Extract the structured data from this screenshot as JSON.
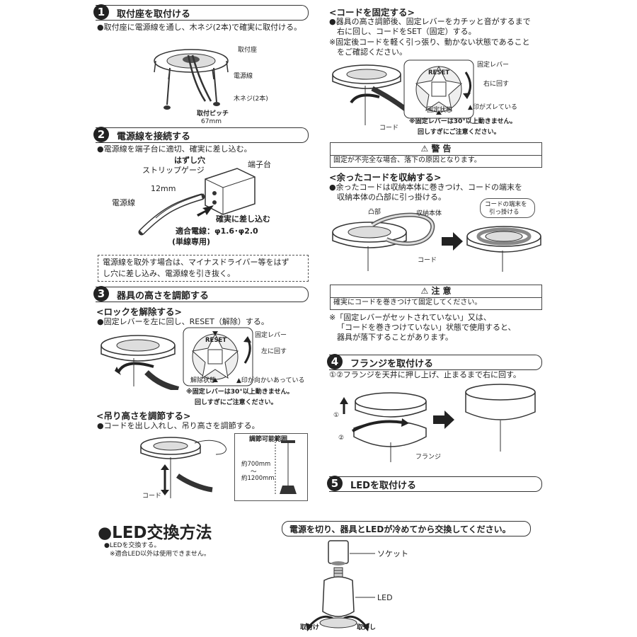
{
  "s1": {
    "num": "1",
    "title": "取付座を取付ける",
    "text": "●取付座に電源線を通し、木ネジ(2本)で確実に取付ける。",
    "label_seat": "取付座",
    "label_wire": "電源線",
    "label_screw": "木ネジ(2本)",
    "pitch_label": "取付ピッチ",
    "pitch_value": "67mm"
  },
  "s2": {
    "num": "2",
    "title": "電源線を接続する",
    "text": "●電源線を端子台に適切、確実に差し込む。",
    "hole": "はずし穴",
    "strip": "ストリップゲージ",
    "terminal": "端子台",
    "mm": "12mm",
    "wire": "電源線",
    "insert": "確実に差し込む",
    "spec": "適合電線：φ1.6･φ2.0",
    "spec2": "(単線専用)",
    "note1": "電源線を取外す場合は、マイナスドライバー等をはず",
    "note2": "し穴に差し込み、電源線を引き抜く。"
  },
  "s3": {
    "num": "3",
    "title": "器具の高さを調節する",
    "unlock": "<ロックを解除する>",
    "unlock_text": "●固定レバーを左に回し、RESET（解除）する。",
    "lever": "固定レバー",
    "turn_left": "左に回す",
    "released": "解除状態",
    "arrow_match": "▲印が向かいあっている",
    "reset": "RESET",
    "n1": "※固定レバーは30°以上動きません。",
    "n2": "回しすぎにご注意ください。",
    "height": "<吊り高さを調節する>",
    "height_text": "●コードを出し入れし、吊り高さを調節する。",
    "cord": "コード",
    "range": "調節可能範囲",
    "r1": "約700mm",
    "r2": "～",
    "r3": "約1200mm"
  },
  "fix": {
    "title": "<コードを固定する>",
    "t1": "●器具の高さ調節後、固定レバーをカチッと音がするまで",
    "t2": "右に回し、コードをSET（固定）する。",
    "t3": "※固定後コードを軽く引っ張り、動かない状態であること",
    "t4": "をご確認ください。",
    "lever": "固定レバー",
    "turn_right": "右に回す",
    "fixed": "固定状態",
    "shift": "▲印がズレている",
    "cord": "コード",
    "reset": "RESET",
    "n1": "※固定レバーは30°以上動きません。",
    "n2": "回しすぎにご注意ください。"
  },
  "warning": {
    "title": "警 告",
    "text": "固定が不完全な場合、落下の原因となります。"
  },
  "store": {
    "title": "<余ったコードを収納する>",
    "t1": "●余ったコードは収納本体に巻きつけ、コードの端末を",
    "t2": "収納本体の凸部に引っ掛ける。",
    "convex": "凸部",
    "body": "収納本体",
    "cord": "コード",
    "callout1": "コードの端末を",
    "callout2": "引っ掛ける"
  },
  "caution": {
    "title": "注 意",
    "text": "確実にコードを巻きつけて固定してください。",
    "n1": "※「固定レバーがセットされていない」又は、",
    "n2": "「コードを巻きつけていない」状態で使用すると、",
    "n3": "器具が落下することがあります。"
  },
  "s4": {
    "num": "4",
    "title": "フランジを取付ける",
    "text": "①②フランジを天井に押し上げ、止まるまで右に回す。",
    "c1": "①",
    "c2": "②",
    "flange": "フランジ"
  },
  "s5": {
    "num": "5",
    "title": "LEDを取付ける"
  },
  "led": {
    "title": "●LED交換方法",
    "banner": "電源を切り、器具とLEDが冷めてから交換してください。",
    "t1": "●LEDを交換する。",
    "t2": "※適合LED以外は使用できません。",
    "socket": "ソケット",
    "led": "LED",
    "attach": "取付け",
    "remove": "取外し"
  }
}
